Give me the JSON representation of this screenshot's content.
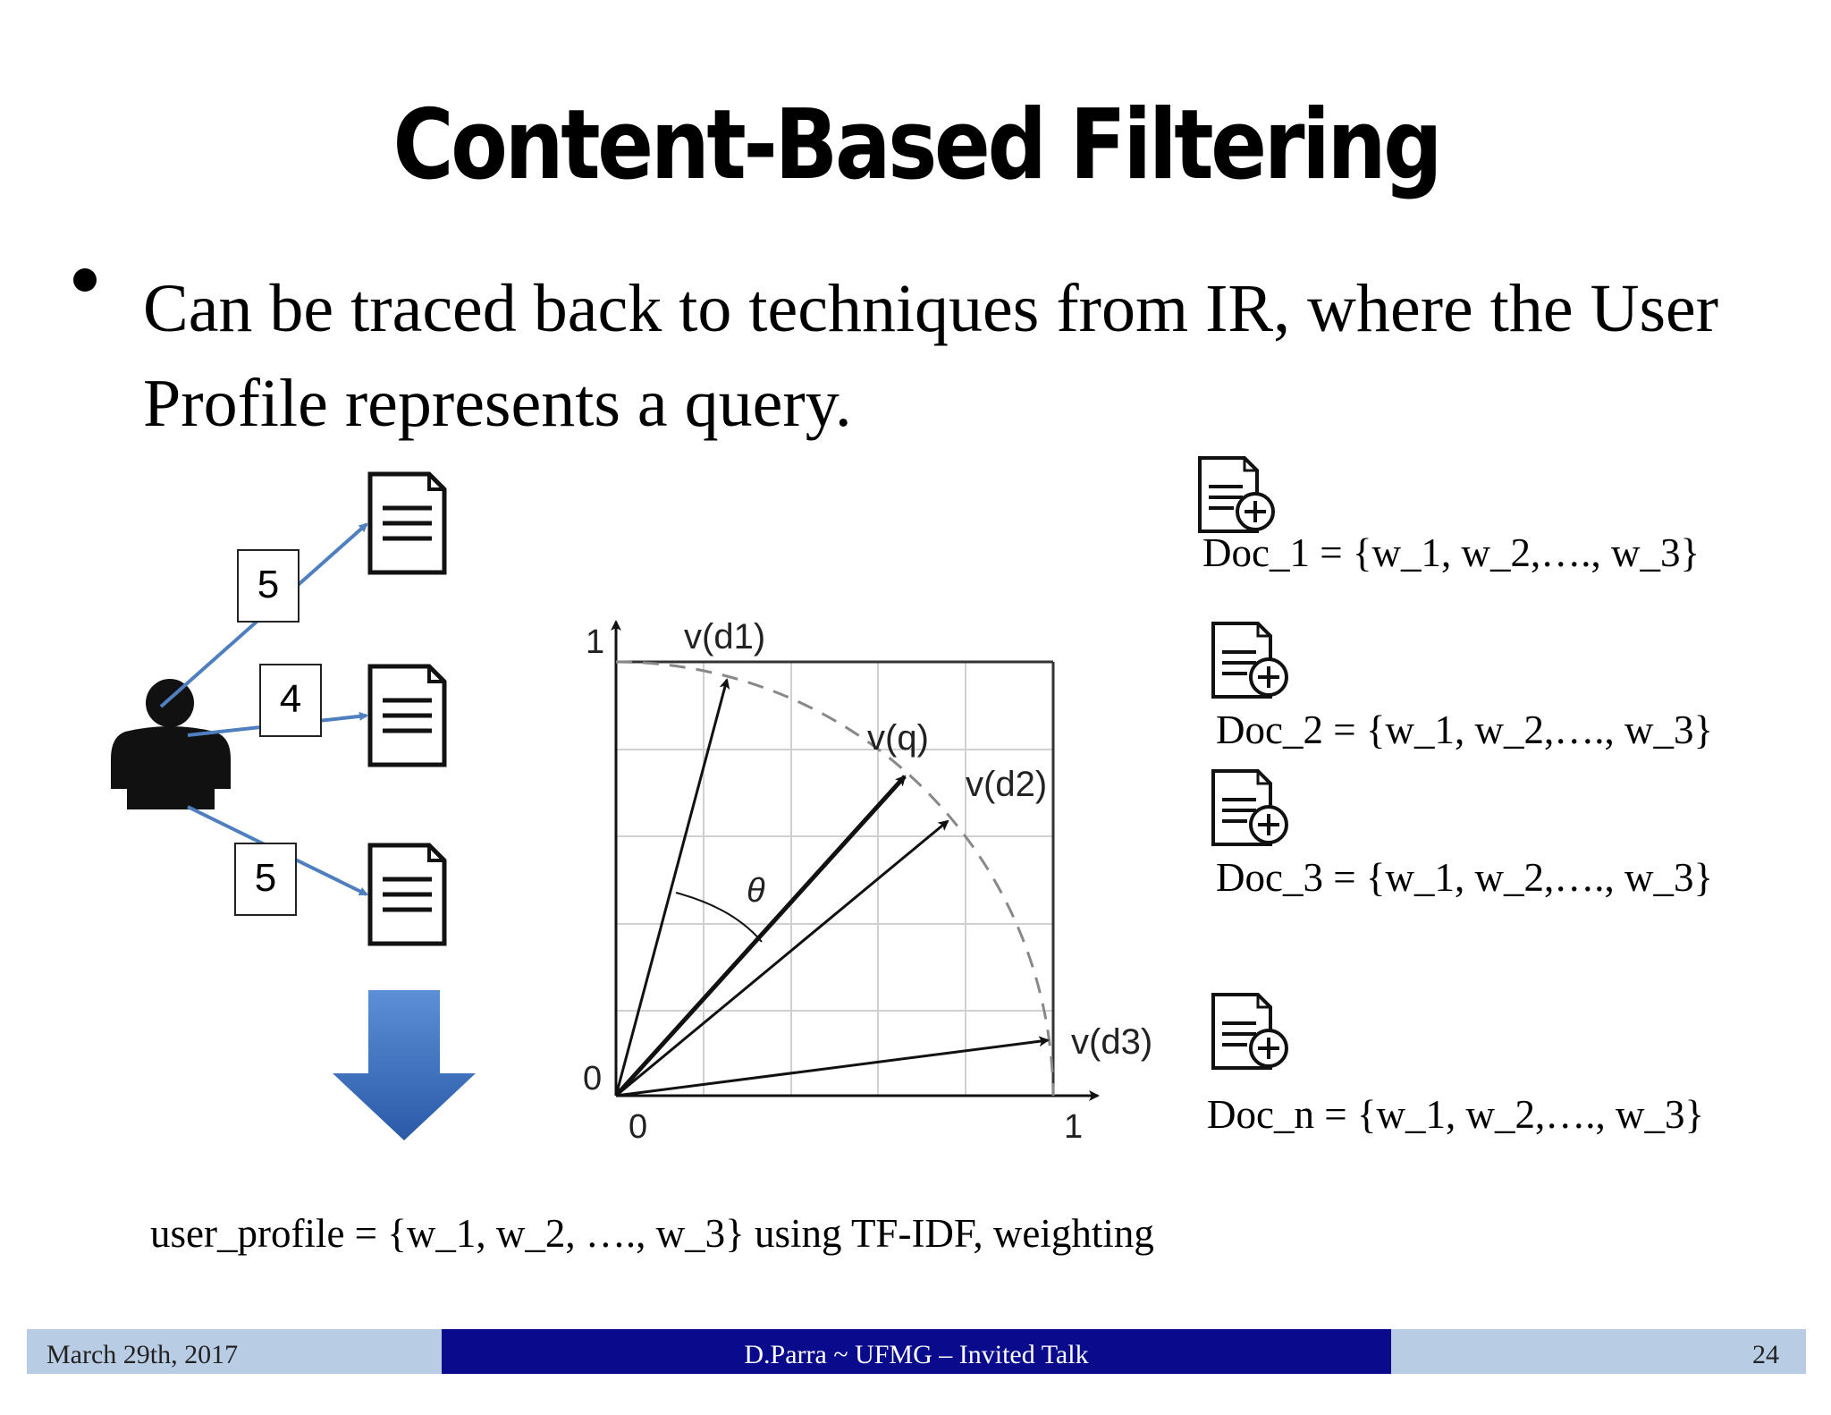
{
  "slide": {
    "title": "Content-Based Filtering",
    "bullet": "Can be traced back to techniques from IR, where the User Profile represents a query."
  },
  "ratings": [
    "5",
    "4",
    "5"
  ],
  "chart": {
    "y_tick_top": "1",
    "y_tick_bottom": "0",
    "x_tick_left": "0",
    "x_tick_right": "1",
    "angle_label": "θ",
    "labels": {
      "d1": "v(d1)",
      "q": "v(q)",
      "d2": "v(d2)",
      "d3": "v(d3)"
    }
  },
  "documents": [
    {
      "name": "Doc_1",
      "text": "Doc_1 = {w_1, w_2,…., w_3}"
    },
    {
      "name": "Doc_2",
      "text": "Doc_2 = {w_1, w_2,…., w_3}"
    },
    {
      "name": "Doc_3",
      "text": "Doc_3 = {w_1, w_2,…., w_3}"
    },
    {
      "name": "Doc_n",
      "text": "Doc_n = {w_1, w_2,…., w_3}"
    }
  ],
  "profile_text": "user_profile = {w_1, w_2, …., w_3} using TF-IDF, weighting",
  "footer": {
    "date": "March 29th, 2017",
    "center": "D.Parra ~ UFMG – Invited Talk",
    "page": "24"
  },
  "colors": {
    "accent_arrow": "#4f7fbf",
    "footer_light": "#b8cce4",
    "footer_dark": "#0a0a8c"
  }
}
